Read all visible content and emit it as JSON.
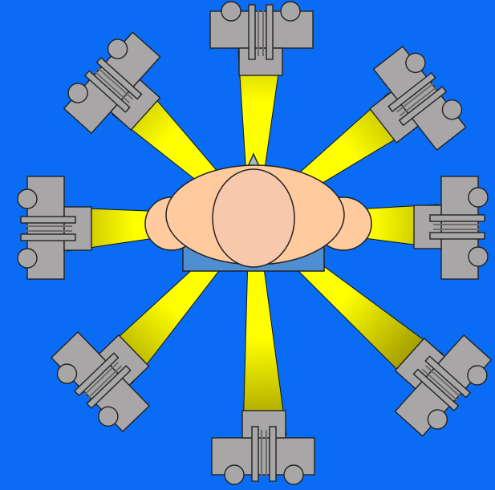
{
  "colors": {
    "background": "#0a6cf5",
    "beam_center": "#ffff00",
    "beam_edge": "#9a9400",
    "camera_body": "#a8a6a6",
    "camera_outline": "#222222",
    "head_skin": "#ffcb9e",
    "face_skin": "#f8c8ad",
    "shoulders": "#4f8ed1",
    "hair_tuft": "#a6b8c2"
  },
  "cameras": [
    {
      "id": "camera-top",
      "icon": "camera-icon"
    },
    {
      "id": "camera-top-right",
      "icon": "camera-icon"
    },
    {
      "id": "camera-right",
      "icon": "camera-icon"
    },
    {
      "id": "camera-bottom-right",
      "icon": "camera-icon"
    },
    {
      "id": "camera-bottom",
      "icon": "camera-icon"
    },
    {
      "id": "camera-bottom-left",
      "icon": "camera-icon"
    },
    {
      "id": "camera-left",
      "icon": "camera-icon"
    },
    {
      "id": "camera-top-left",
      "icon": "camera-icon"
    }
  ],
  "subject": {
    "icon": "person-top-view-icon"
  }
}
